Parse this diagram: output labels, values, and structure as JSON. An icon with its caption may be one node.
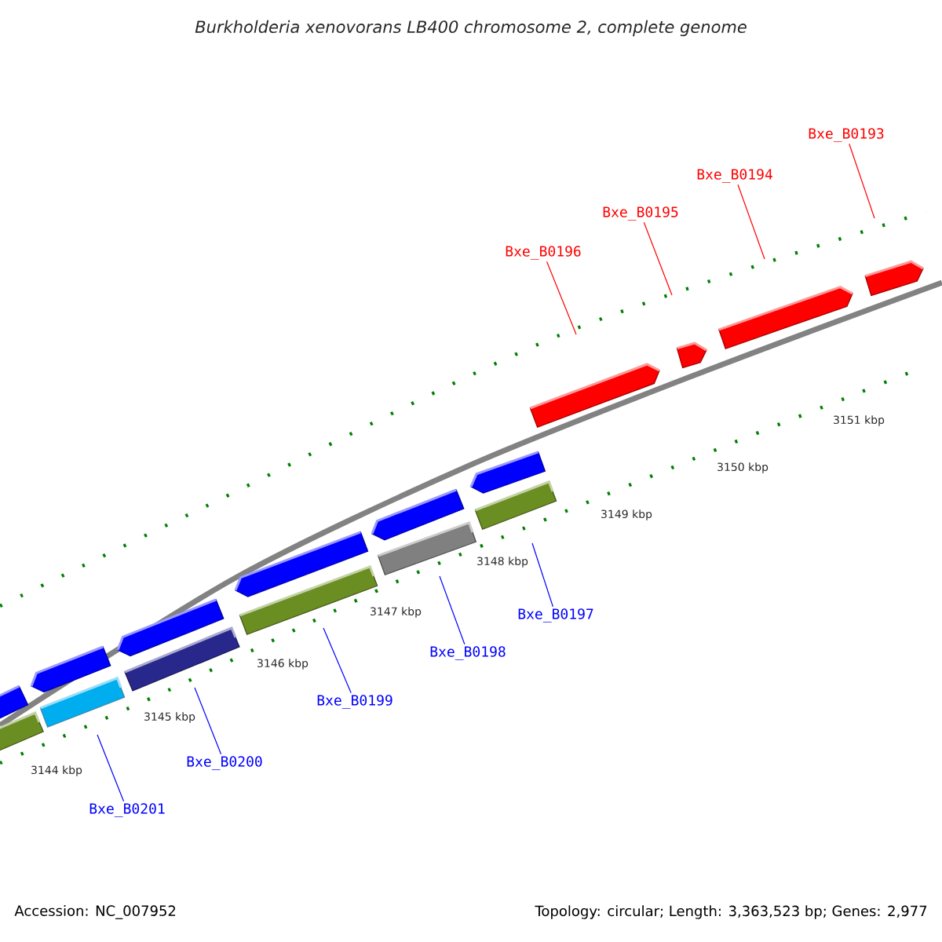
{
  "diagram": {
    "title": "Burkholderia xenovorans LB400 chromosome 2, complete genome",
    "nodes": [
      {
        "text": [
          "Bxe_B0196"
        ]
      },
      {
        "text": [
          "Bxe_B0195"
        ]
      },
      {
        "text": [
          "Bxe_B0194"
        ]
      },
      {
        "text": [
          "Bxe_B0193"
        ]
      },
      {
        "text": [
          "Bxe_B0201"
        ]
      },
      {
        "text": [
          "Bxe_B0200"
        ]
      },
      {
        "text": [
          "Bxe_B0199"
        ]
      },
      {
        "text": [
          "Bxe_B0198"
        ]
      },
      {
        "text": [
          "Bxe_B0197"
        ]
      }
    ],
    "edges": [
      {
        "from": 0,
        "to": null,
        "arrow": "none",
        "color": "#ff0000"
      },
      {
        "from": 1,
        "to": null,
        "arrow": "none",
        "color": "#ff0000"
      },
      {
        "from": 2,
        "to": null,
        "arrow": "none",
        "color": "#ff0000"
      },
      {
        "from": 3,
        "to": null,
        "arrow": "none",
        "color": "#ff0000"
      },
      {
        "from": 4,
        "to": null,
        "arrow": "none"
      },
      {
        "from": 5,
        "to": null,
        "arrow": "none"
      },
      {
        "from": 6,
        "to": null,
        "arrow": "none"
      },
      {
        "from": 7,
        "to": null,
        "arrow": "none"
      },
      {
        "from": 8,
        "to": null,
        "arrow": "none"
      }
    ],
    "labels": [
      "3151 kbp",
      "3150 kbp",
      "3149 kbp",
      "3148 kbp",
      "3147 kbp",
      "3146 kbp",
      "3145 kbp",
      "3144 kbp",
      "Accession: NC_007952",
      "Topology: circular; Length: 3,363,523 bp; Genes: 2,977"
    ]
  }
}
